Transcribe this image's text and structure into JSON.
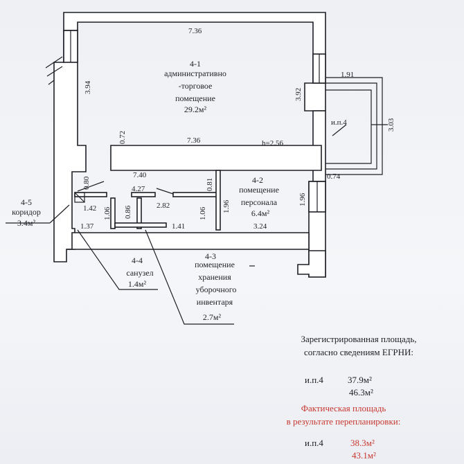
{
  "rooms": {
    "r41": {
      "num": "4-1",
      "l1": "административно",
      "l2": "-торговое",
      "l3": "помещение",
      "area": "29.2м²"
    },
    "r42": {
      "num": "4-2",
      "l1": "помещение",
      "l2": "персонала",
      "area": "6.4м²"
    },
    "r43": {
      "num": "4-3",
      "l1": "помещение",
      "l2": "хранения",
      "l3": "уборочного",
      "l4": "инвентаря",
      "area": "2.7м²"
    },
    "r44": {
      "num": "4-4",
      "l1": "санузел",
      "area": "1.4м²"
    },
    "r45": {
      "num": "4-5",
      "l1": "коридор",
      "area": "3.4м²"
    }
  },
  "dims": {
    "top_width": "7.36",
    "left_height": "3.94",
    "right_height": "3.92",
    "porch_width": "1.91",
    "porch_depth": "3.03",
    "mid_wall_width": "7.36",
    "ceiling_height": "h=2.56",
    "wall_thickness": "0.72",
    "corridor_width": "7.40",
    "wall_small": "0.74",
    "door_small": "0.80",
    "corridor_inner": "4.27",
    "room42_door": "0.81",
    "room42_height_l": "1.96",
    "room42_height_r": "1.96",
    "room42_width": "3.24",
    "corridor_height": "1.42",
    "bath_height": "1.06",
    "bath_door": "0.86",
    "storage_width": "2.82",
    "storage_height": "1.06",
    "bath_width": "1.37",
    "storage_depth": "1.41",
    "porch_label": "и.п.4"
  },
  "registered": {
    "title1": "Зарегистрированная площадь,",
    "title2": "согласно сведениям ЕГРНИ:",
    "label": "и.п.4",
    "v1": "37.9м²",
    "v2": "46.3м²"
  },
  "actual": {
    "title1": "Фактическая площадь",
    "title2": "в результате перепланировки:",
    "label": "и.п.4",
    "v1": "38.3м²",
    "v2": "43.1м²"
  },
  "colors": {
    "ink": "#1d1f26",
    "accent_red": "#c8372f",
    "paper": "#eef0f4"
  }
}
